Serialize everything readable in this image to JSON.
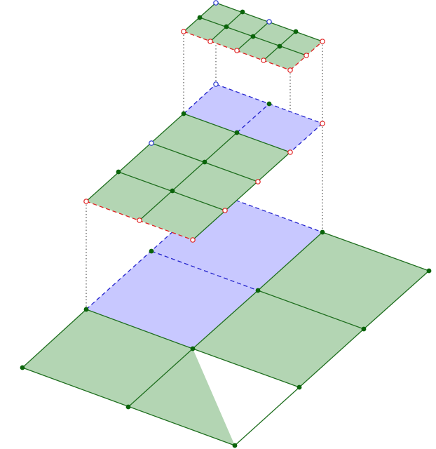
{
  "diagram": {
    "description_visible_text": "",
    "colors": {
      "green_fill": "#b3d5b3",
      "green_edge": "#1e6e1e",
      "blue_fill": "#c8c8ff",
      "blue_edge": "#2222cc",
      "red_edge": "#e02020",
      "green_point": "#0a640a",
      "blue_point": "#2233cc",
      "red_point": "#e02020",
      "guide_line": "#333333"
    },
    "layers": [
      "bottom-grid",
      "middle-grid",
      "top-grid"
    ],
    "point_styles": [
      "filled-green",
      "hollow-blue",
      "hollow-red"
    ]
  }
}
